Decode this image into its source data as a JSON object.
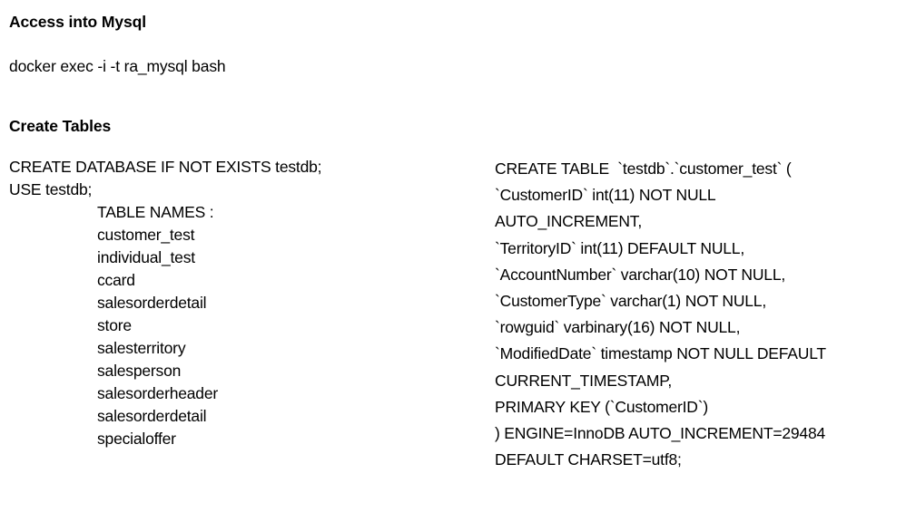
{
  "document": {
    "background_color": "#ffffff",
    "text_color": "#000000"
  },
  "sections": {
    "access": {
      "heading": "Access into Mysql",
      "command": "docker exec -i -t ra_mysql bash"
    },
    "create_tables": {
      "heading": "Create Tables"
    }
  },
  "left_column": {
    "statements": [
      "CREATE DATABASE IF NOT EXISTS testdb;",
      "USE testdb;"
    ],
    "table_names_label": "TABLE NAMES :",
    "table_names": [
      "customer_test",
      "individual_test",
      "ccard",
      "salesorderdetail",
      "store",
      "salesterritory",
      "salesperson",
      "salesorderheader",
      "salesorderdetail",
      "specialoffer"
    ]
  },
  "right_column": {
    "lines": [
      "CREATE TABLE  `testdb`.`customer_test` (",
      "`CustomerID` int(11) NOT NULL",
      "AUTO_INCREMENT,",
      "`TerritoryID` int(11) DEFAULT NULL,",
      "`AccountNumber` varchar(10) NOT NULL,",
      "`CustomerType` varchar(1) NOT NULL,",
      "`rowguid` varbinary(16) NOT NULL,",
      "`ModifiedDate` timestamp NOT NULL DEFAULT",
      "CURRENT_TIMESTAMP,",
      "PRIMARY KEY (`CustomerID`)",
      ") ENGINE=InnoDB AUTO_INCREMENT=29484",
      "DEFAULT CHARSET=utf8;"
    ]
  }
}
